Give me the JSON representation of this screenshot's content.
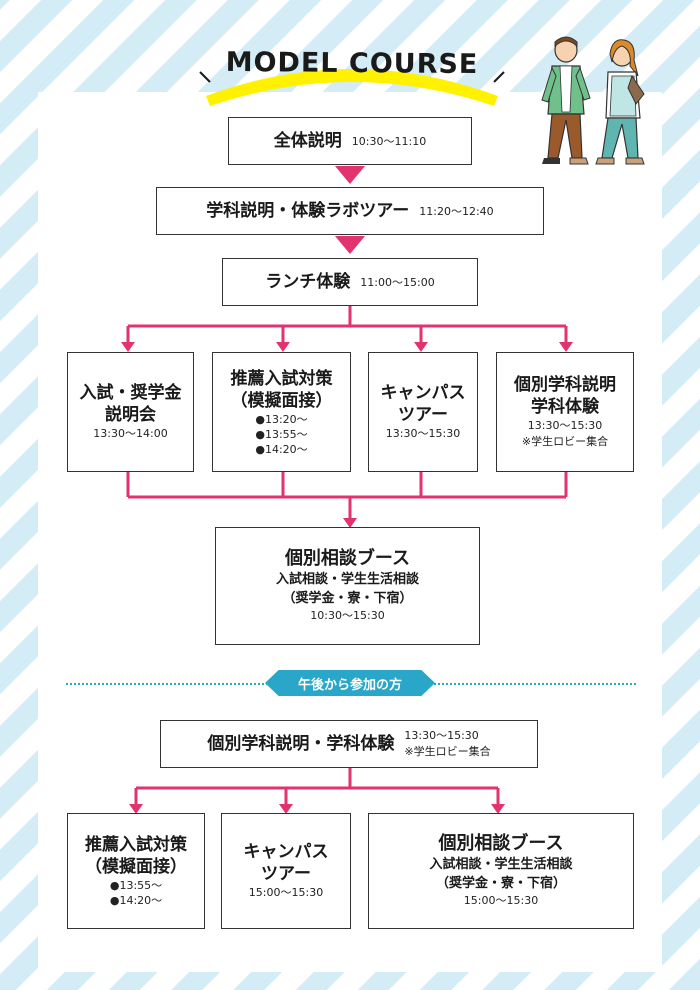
{
  "header": {
    "title": "MODEL COURSE"
  },
  "course": [
    {
      "label": "全体説明",
      "time": "10:30〜11:10"
    },
    {
      "label": "学科説明・体験ラボツアー",
      "time": "11:20〜12:40"
    },
    {
      "label": "ランチ体験",
      "time": "11:00〜15:00"
    }
  ],
  "branches": [
    {
      "label1": "入試・奨学金",
      "label2": "説明会",
      "time": "13:30〜14:00"
    },
    {
      "label1": "推薦入試対策",
      "label2": "（模擬面接）",
      "slots": [
        "●13:20〜",
        "●13:55〜",
        "●14:20〜"
      ]
    },
    {
      "label1": "キャンパス",
      "label2": "ツアー",
      "time": "13:30〜15:30"
    },
    {
      "label1": "個別学科説明",
      "label2": "学科体験",
      "time": "13:30〜15:30",
      "note": "※学生ロビー集合"
    }
  ],
  "consult": {
    "title": "個別相談ブース",
    "line1": "入試相談・学生生活相談",
    "line2": "（奨学金・寮・下宿）",
    "time": "10:30〜15:30"
  },
  "afternoon": {
    "pill": "午後から参加の方",
    "top": {
      "label": "個別学科説明・学科体験",
      "time": "13:30〜15:30",
      "note": "※学生ロビー集合"
    },
    "boxes": [
      {
        "label1": "推薦入試対策",
        "label2": "（模擬面接）",
        "slots": [
          "●13:55〜",
          "●14:20〜"
        ]
      },
      {
        "label1": "キャンパス",
        "label2": "ツアー",
        "time": "15:00〜15:30"
      },
      {
        "title": "個別相談ブース",
        "line1": "入試相談・学生生活相談",
        "line2": "（奨学金・寮・下宿）",
        "time": "15:00〜15:30"
      }
    ]
  },
  "colors": {
    "accent": "#e2336f",
    "teal": "#2aa7c8",
    "yellow": "#fff100",
    "stripe": "#d4ecf5"
  }
}
